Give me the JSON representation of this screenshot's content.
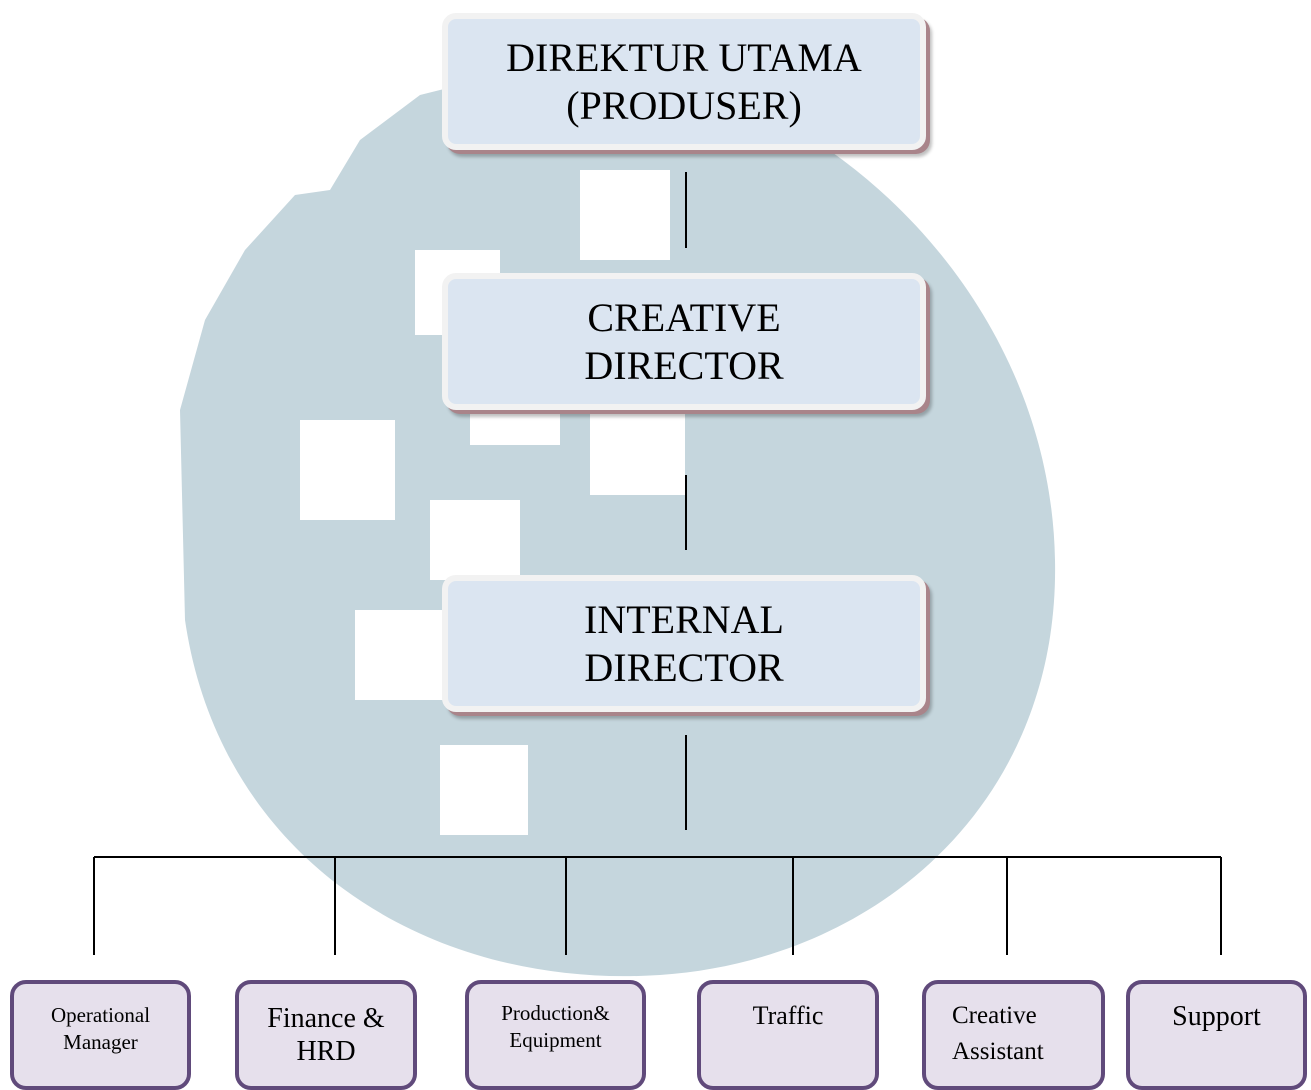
{
  "top_boxes": {
    "direktur": {
      "line1": "DIREKTUR UTAMA",
      "line2": "(PRODUSER)"
    },
    "creative": {
      "line1": "CREATIVE",
      "line2": "DIRECTOR"
    },
    "internal": {
      "line1": "INTERNAL",
      "line2": "DIRECTOR"
    }
  },
  "bottom_boxes": {
    "operational": {
      "line1": "Operational",
      "line2": "Manager"
    },
    "finance": {
      "line1": "Finance &",
      "line2": "HRD"
    },
    "production": {
      "line1": "Production&",
      "line2": "Equipment"
    },
    "traffic": {
      "line1": "Traffic"
    },
    "creative_assistant": {
      "line1": "Creative",
      "line2": "Assistant"
    },
    "support": {
      "line1": "Support"
    }
  },
  "colors": {
    "watermark": "#c5d6dd",
    "top_box_fill": "#dbe5f1",
    "bottom_box_fill": "#e6e0ec",
    "bottom_box_border": "#604a7b"
  }
}
